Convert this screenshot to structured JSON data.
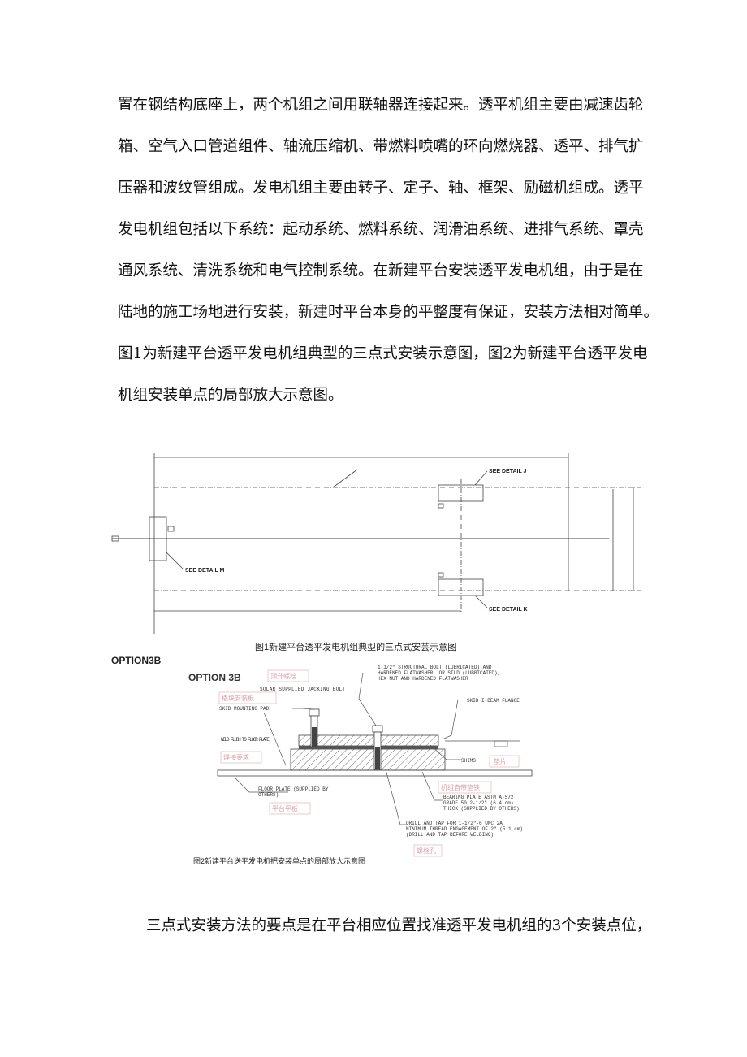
{
  "body": {
    "lines": [
      "置在钢结构底座上，两个机组之间用联轴器连接起来。透平机组主要由减速齿轮",
      "箱、空气入口管道组件、轴流压缩机、带燃料喷嘴的环向燃烧器、透平、排气扩",
      "压器和波纹管组成。发电机组主要由转子、定子、轴、框架、励磁机组成。透平",
      "发电机组包括以下系统：起动系统、燃料系统、润滑油系统、进排气系统、罩壳",
      "通风系统、清洗系统和电气控制系统。在新建平台安装透平发电机组，由于是在",
      "陆地的施工场地进行安装，新建时平台本身的平整度有保证，安装方法相对简单。",
      "图1为新建平台透平发电机组典型的三点式安装示意图，图2为新建平台透平发电",
      "机组安装单点的局部放大示意图。"
    ],
    "last_paragraph": "三点式安装方法的要点是在平台相应位置找准透平发电机组的3个安装点位，"
  },
  "figure1": {
    "caption": "图1新建平台透平发电机组典型的三点式安芸示意图",
    "labels": {
      "detail_j": "DETAIL J",
      "detail_k": "DETAIL K",
      "detail_m": "DETAIL M",
      "see": "SEE"
    }
  },
  "figure2": {
    "option_label": "OPTION3B",
    "drawing_title": "OPTION 3B",
    "caption": "图2新建平台送平发电机把安装单点的局部放大示意图",
    "labels": {
      "jacking_cn": "顶升螺栓",
      "jacking": "SOLAR SUPPLIED JACKING BOLT",
      "pad_cn": "橇块安装板",
      "pad": "SKID MOUNTING PAD",
      "weld": "WELD FLUSH TO FLOOR PLATE",
      "weld_cn": "焊接要求",
      "bolt": "1 1/2\" STRUCTURAL BOLT (LUBRICATED) AND HARDENED FLATWASHER, OR STUD (LUBRICATED), HEX NUT AND HARDENED FLATWASHER",
      "flange": "SKID I-BEAM FLANGE",
      "shims": "SHIMS",
      "shims_cn": "垫片",
      "bearing_cn": "机组自带垫铁",
      "bearing": "BEARING PLATE ASTM A-572 GRADE 50 2-1/2\" (6.4 cm) THICK (SUPPLIED BY OTHERS)",
      "floor": "FLOOR PLATE (SUPPLIED BY OTHERS)",
      "floor_cn": "平台平板",
      "drill": "DRILL AND TAP FOR 1-1/2\"-6 UNC 2A MINIMUM THREAD ENGAGEMENT OF 2\" (5.1 cm) (DRILL AND TAP BEFORE WELDING)",
      "drill_cn": "螺栓孔"
    }
  }
}
